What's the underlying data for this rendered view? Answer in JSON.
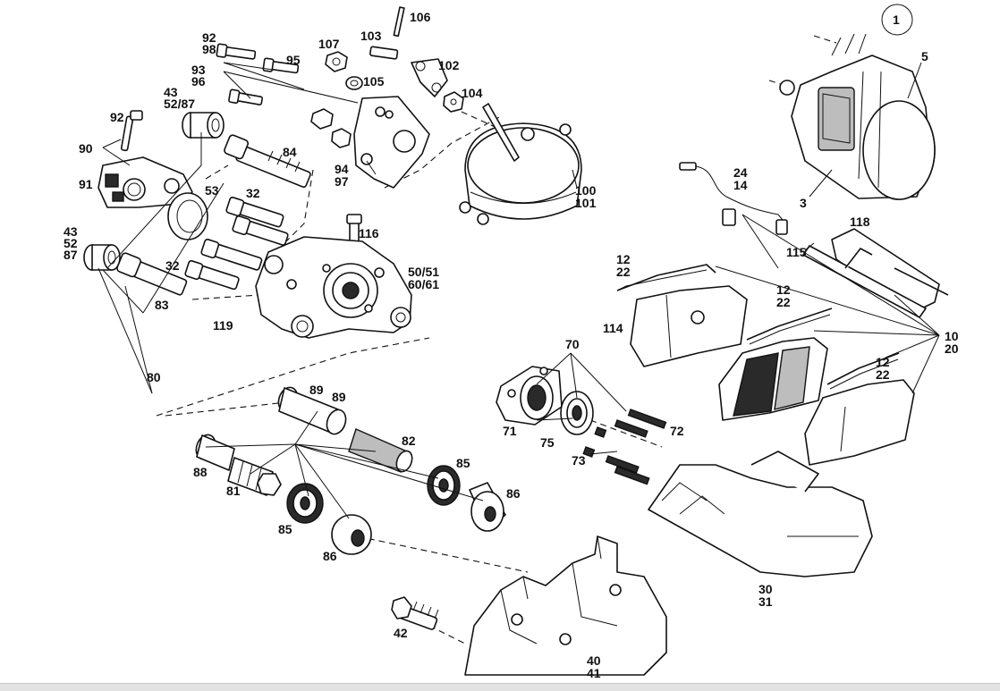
{
  "diagram": {
    "circled_number": "1",
    "labels": {
      "l106": "106",
      "l92a": "92",
      "l98": "98",
      "l107": "107",
      "l103": "103",
      "l95": "95",
      "l102": "102",
      "l93": "93",
      "l96": "96",
      "l105": "105",
      "l104": "104",
      "l43a": "43",
      "l5287a": "52/87",
      "l92b": "92",
      "l84": "84",
      "l90": "90",
      "l91": "91",
      "l94": "94",
      "l97": "97",
      "l100": "100",
      "l101": "101",
      "l53": "53",
      "l32a": "32",
      "l116": "116",
      "l43b": "43",
      "l52": "52",
      "l87": "87",
      "l32b": "32",
      "l5051": "50/51",
      "l6061": "60/61",
      "l83": "83",
      "l119": "119",
      "l80": "80",
      "l89a": "89",
      "l89b": "89",
      "l82": "82",
      "l88": "88",
      "l85a": "85",
      "l81": "81",
      "l86a": "86",
      "l85b": "85",
      "l86b": "86",
      "l42": "42",
      "l40": "40",
      "l41": "41",
      "l5": "5",
      "l3": "3",
      "l24": "24",
      "l14": "14",
      "l118": "118",
      "l115": "115",
      "l12a": "12",
      "l22a": "22",
      "l12b": "12",
      "l22b": "22",
      "l114": "114",
      "l10": "10",
      "l20": "20",
      "l12c": "12",
      "l22c": "22",
      "l70": "70",
      "l72": "72",
      "l71": "71",
      "l75": "75",
      "l73": "73",
      "l30": "30",
      "l31": "31"
    }
  }
}
